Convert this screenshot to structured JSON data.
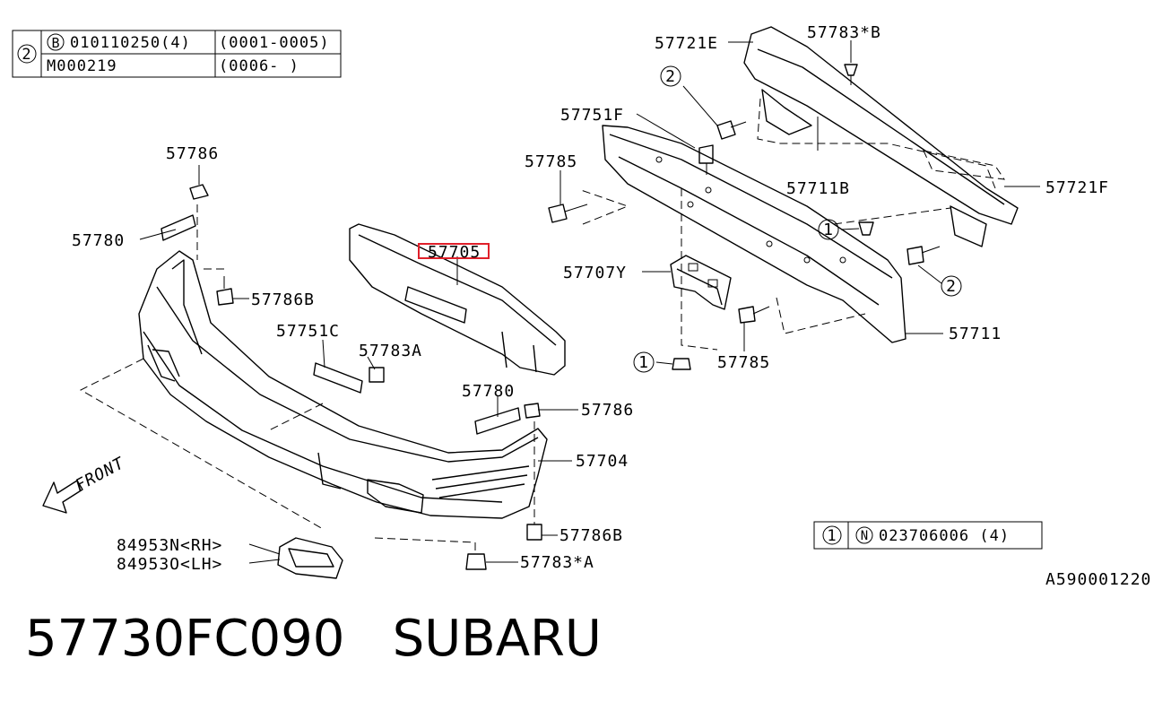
{
  "top_table": {
    "circle_ref": "2",
    "rows": [
      {
        "mark": "B",
        "code": "010110250(4)",
        "range": "(0001-0005)"
      },
      {
        "mark": "",
        "code": "M000219",
        "range": "(0006-     )"
      }
    ]
  },
  "bottom_table": {
    "circle_ref": "1",
    "mark": "N",
    "code": "023706006 (4)"
  },
  "labels": {
    "l57721E": "57721E",
    "l57783B": "57783*B",
    "l57751F": "57751F",
    "l57785a": "57785",
    "l57711B": "57711B",
    "l57721F": "57721F",
    "l57707Y": "57707Y",
    "l57711": "57711",
    "l57785b": "57785",
    "l57786a": "57786",
    "l57780a": "57780",
    "l57786Ba": "57786B",
    "l57705": "57705",
    "l57751C": "57751C",
    "l57783A": "57783A",
    "l57780b": "57780",
    "l57786b": "57786",
    "l57704": "57704",
    "l57786Bb": "57786B",
    "l57783starA": "57783*A",
    "l84953N": "84953N<RH>",
    "l84953O": "84953O<LH>",
    "front": "FRONT",
    "ref_circle_2a": "2",
    "ref_circle_2b": "2",
    "ref_circle_1a": "1",
    "ref_circle_1b": "1",
    "diagram_code": "A590001220"
  },
  "highlight_color": "#e0202a",
  "footer": {
    "part_number": "57730FC090   SUBARU"
  }
}
